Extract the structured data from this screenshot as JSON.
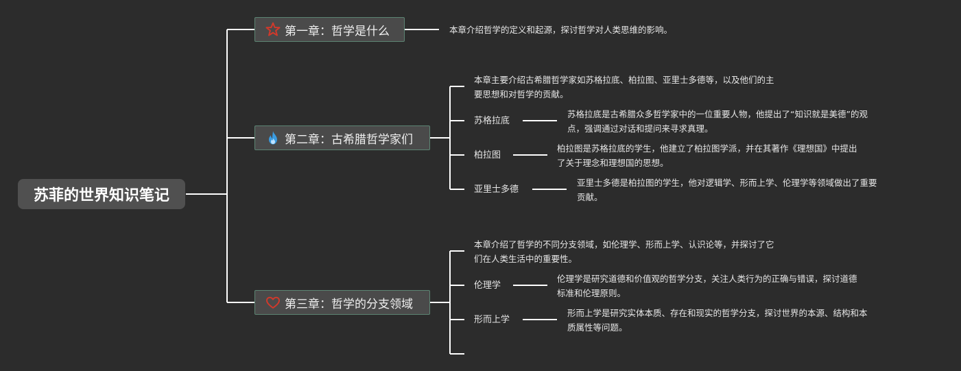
{
  "root": {
    "label": "苏菲的世界知识笔记"
  },
  "chapters": [
    {
      "icon": "star-icon",
      "title": "第一章：哲学是什么",
      "summary": [
        "本章介绍哲学的定义和起源，探讨哲学对人类思维的影响。"
      ]
    },
    {
      "icon": "flame-icon",
      "title": "第二章：古希腊哲学家们",
      "summary": [
        "本章主要介绍古希腊哲学家如苏格拉底、柏拉图、亚里士多德等，以及他们的主",
        "要思想和对哲学的贡献。"
      ],
      "items": [
        {
          "label": "苏格拉底",
          "desc": [
            "苏格拉底是古希腊众多哲学家中的一位重要人物，他提出了“知识就是美德”的观",
            "点，强调通过对话和提问来寻求真理。"
          ]
        },
        {
          "label": "柏拉图",
          "desc": [
            "柏拉图是苏格拉底的学生，他建立了柏拉图学派，并在其著作《理想国》中提出",
            "了关于理念和理想国的思想。"
          ]
        },
        {
          "label": "亚里士多德",
          "desc": [
            "亚里士多德是柏拉图的学生，他对逻辑学、形而上学、伦理学等领域做出了重要",
            "贡献。"
          ]
        }
      ]
    },
    {
      "icon": "heart-icon",
      "title": "第三章：哲学的分支领域",
      "summary": [
        "本章介绍了哲学的不同分支领域，如伦理学、形而上学、认识论等，并探讨了它",
        "们在人类生活中的重要性。"
      ],
      "items": [
        {
          "label": "伦理学",
          "desc": [
            "伦理学是研究道德和价值观的哲学分支，关注人类行为的正确与错误，探讨道德",
            "标准和伦理原则。"
          ]
        },
        {
          "label": "形而上学",
          "desc": [
            "形而上学是研究实体本质、存在和现实的哲学分支，探讨世界的本源、结构和本",
            "质属性等问题。"
          ]
        }
      ]
    }
  ],
  "colors": {
    "background": "#2c2c2c",
    "connector": "#ffffff",
    "chapter_border": "#5d8574",
    "star": "#d0392b",
    "flame": "#3a9be0",
    "heart": "#d0392b"
  }
}
